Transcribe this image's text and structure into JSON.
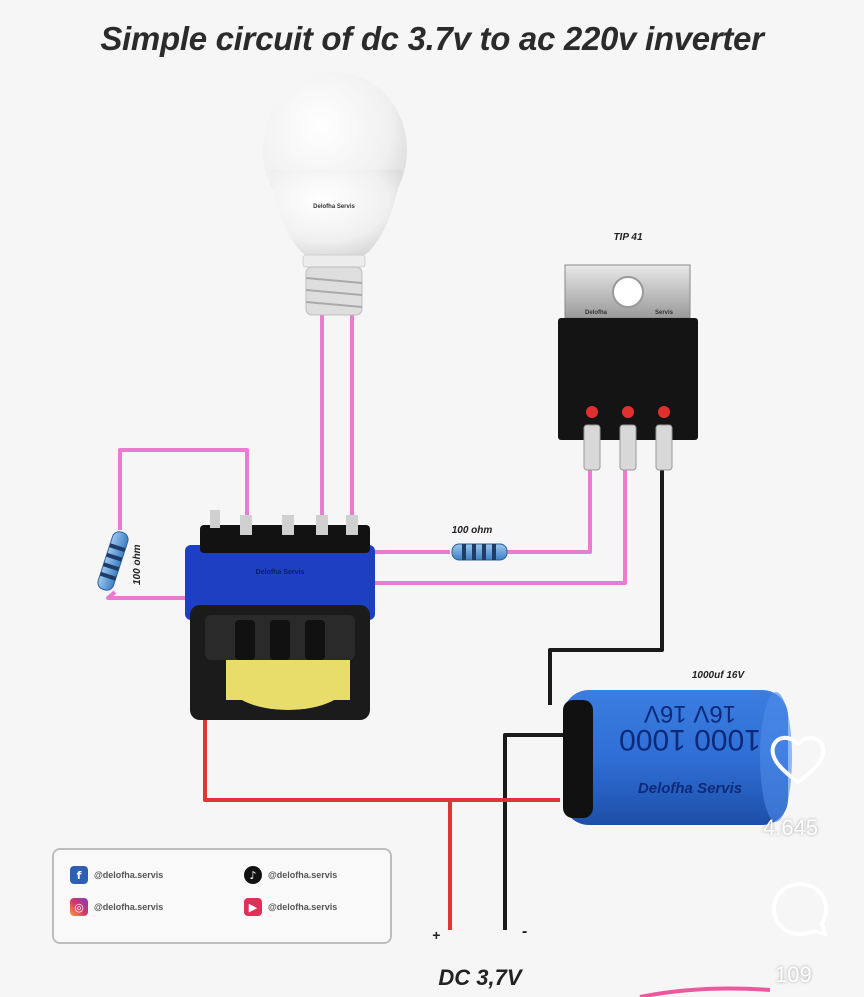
{
  "title": "Simple circuit of dc 3.7v to ac 220v inverter",
  "components": {
    "bulb_brand": "Delofha Servis",
    "transistor_label": "TIP 41",
    "transistor_brand_left": "Delofha",
    "transistor_brand_right": "Servis",
    "resistor_right_label": "100 ohm",
    "resistor_left_label": "100 ohm",
    "capacitor_label": "1000uf 16V",
    "capacitor_brand": "Delofha Servis",
    "capacitor_print_top": "16V   16V",
    "capacitor_print_mid": "1000    1000",
    "transformer_brand": "Delofha Servis"
  },
  "power": {
    "plus": "+",
    "minus": "-",
    "label": "DC 3,7V"
  },
  "social": [
    {
      "icon": "facebook-icon",
      "glyph": "f",
      "handle": "@delofha.servis"
    },
    {
      "icon": "tiktok-icon",
      "glyph": "♪",
      "handle": "@delofha.servis"
    },
    {
      "icon": "instagram-icon",
      "glyph": "◎",
      "handle": "@delofha.servis"
    },
    {
      "icon": "youtube-icon",
      "glyph": "▶",
      "handle": "@delofha.servis"
    }
  ],
  "overlay": {
    "likes": "4.645",
    "comments": "109"
  },
  "colors": {
    "pink_wire": "#e97bd0",
    "red_wire": "#e0333a",
    "black_wire": "#1a1a1a",
    "capacitor_blue": "#2f6fd6",
    "transformer_blue": "#1d3fc2"
  }
}
